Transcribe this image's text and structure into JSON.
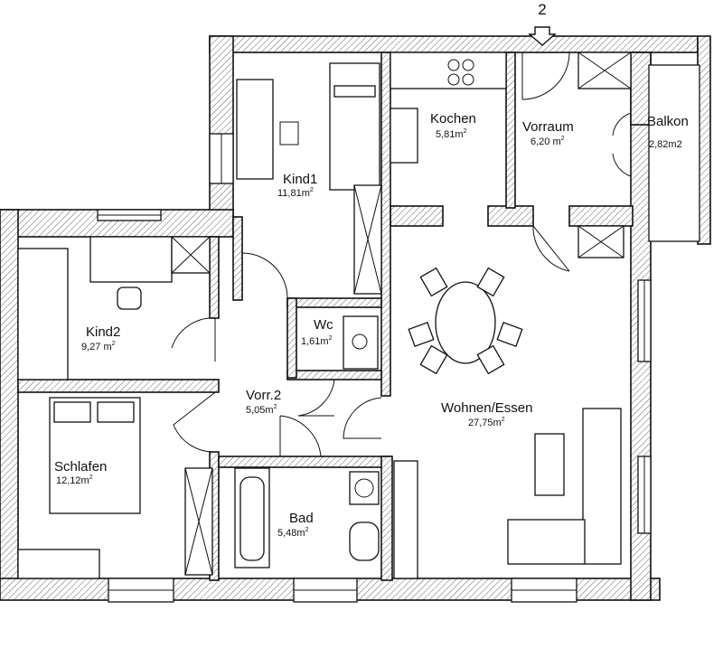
{
  "entrance": {
    "marker": "2"
  },
  "rooms": [
    {
      "key": "kind1",
      "name": "Kind1",
      "area": "11,81m",
      "sup": "2"
    },
    {
      "key": "kochen",
      "name": "Kochen",
      "area": "5,81m",
      "sup": "2"
    },
    {
      "key": "vorraum",
      "name": "Vorraum",
      "area": "6,20 m",
      "sup": "2"
    },
    {
      "key": "balkon",
      "name": "Balkon",
      "area": "2,82m2",
      "sup": ""
    },
    {
      "key": "kind2",
      "name": "Kind2",
      "area": "9,27 m",
      "sup": "2"
    },
    {
      "key": "wc",
      "name": "Wc",
      "area": "1,61m",
      "sup": "2"
    },
    {
      "key": "vorr2",
      "name": "Vorr.2",
      "area": "5,05m",
      "sup": "2"
    },
    {
      "key": "wohnen",
      "name": "Wohnen/Essen",
      "area": "27,75m",
      "sup": "2"
    },
    {
      "key": "schlafen",
      "name": "Schlafen",
      "area": "12,12m",
      "sup": "2"
    },
    {
      "key": "bad",
      "name": "Bad",
      "area": "5,48m",
      "sup": "2"
    }
  ]
}
